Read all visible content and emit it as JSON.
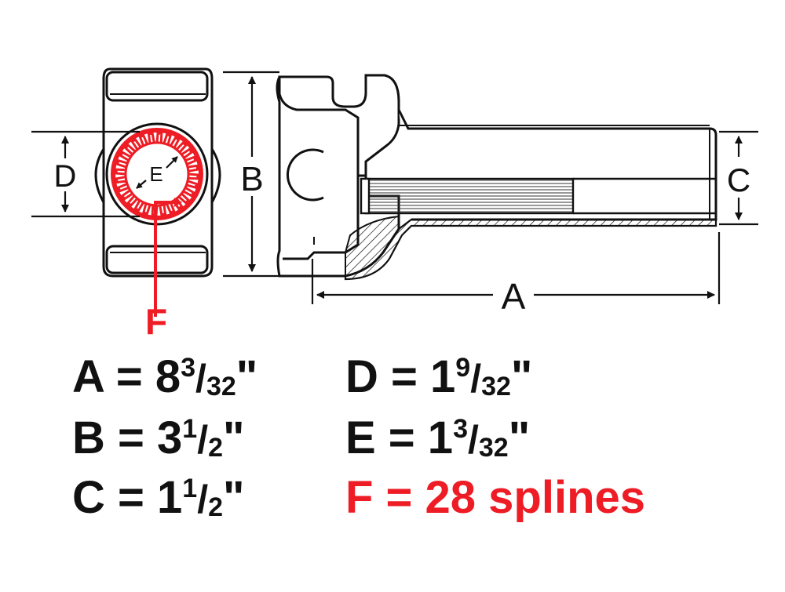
{
  "colors": {
    "ink": "#111111",
    "accent": "#ee1c24",
    "background": "#ffffff"
  },
  "labels": {
    "a": "A",
    "b": "B",
    "c": "C",
    "d": "D",
    "e": "E",
    "f": "F"
  },
  "specs": [
    {
      "letter": "A",
      "eq": " = ",
      "whole": "8",
      "num": "3",
      "slash": "/",
      "den": "32",
      "unit": "\""
    },
    {
      "letter": "B",
      "eq": " = ",
      "whole": "3",
      "num": "1",
      "slash": "/",
      "den": "2",
      "unit": "\""
    },
    {
      "letter": "C",
      "eq": " = ",
      "whole": "1",
      "num": "1",
      "slash": "/",
      "den": "2",
      "unit": "\""
    },
    {
      "letter": "D",
      "eq": " = ",
      "whole": "1",
      "num": "9",
      "slash": "/",
      "den": "32",
      "unit": "\""
    },
    {
      "letter": "E",
      "eq": " = ",
      "whole": "1",
      "num": "3",
      "slash": "/",
      "den": "32",
      "unit": "\""
    },
    {
      "letter": "F",
      "eq": " = ",
      "text": "28 splines"
    }
  ]
}
